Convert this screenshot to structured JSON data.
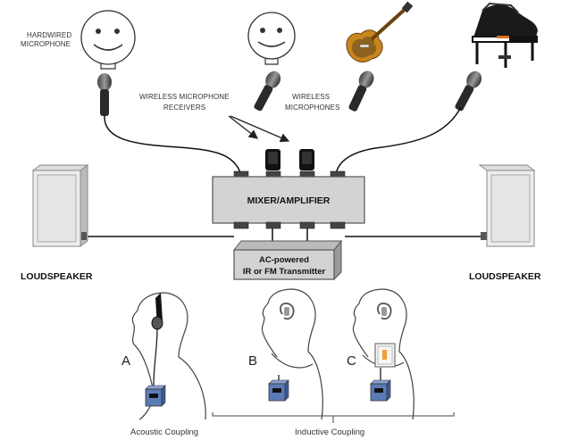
{
  "labels": {
    "hardwired_microphone_line1": "HARDWIRED",
    "hardwired_microphone_line2": "MICROPHONE",
    "wireless_receivers_line1": "WIRELESS MICROPHONE",
    "wireless_receivers_line2": "RECEIVERS",
    "wireless_microphones_line1": "WIRELESS",
    "wireless_microphones_line2": "MICROPHONES",
    "mixer": "MIXER/AMPLIFIER",
    "transmitter_line1": "AC-powered",
    "transmitter_line2": "IR or FM Transmitter",
    "loudspeaker_left": "LOUDSPEAKER",
    "loudspeaker_right": "LOUDSPEAKER"
  },
  "listeners": {
    "a_letter": "A",
    "b_letter": "B",
    "c_letter": "C"
  },
  "captions": {
    "acoustic": "Acoustic Coupling",
    "inductive": "Inductive Coupling"
  },
  "colors": {
    "mixer_fill": "#d3d3d3",
    "receiver_box": "#5b7bb5",
    "hearing_aid": "#f0a030",
    "cable": "#111111"
  }
}
